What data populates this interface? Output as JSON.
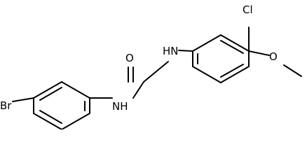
{
  "molecule": {
    "atoms": {
      "br": "Br",
      "nh_amide": "NH",
      "o_carbonyl": "O",
      "hn_amine": "HN",
      "cl": "Cl",
      "o_methoxy": "O"
    },
    "colors": {
      "bond": "#000000",
      "label": "#000000",
      "background": "#ffffff"
    }
  }
}
